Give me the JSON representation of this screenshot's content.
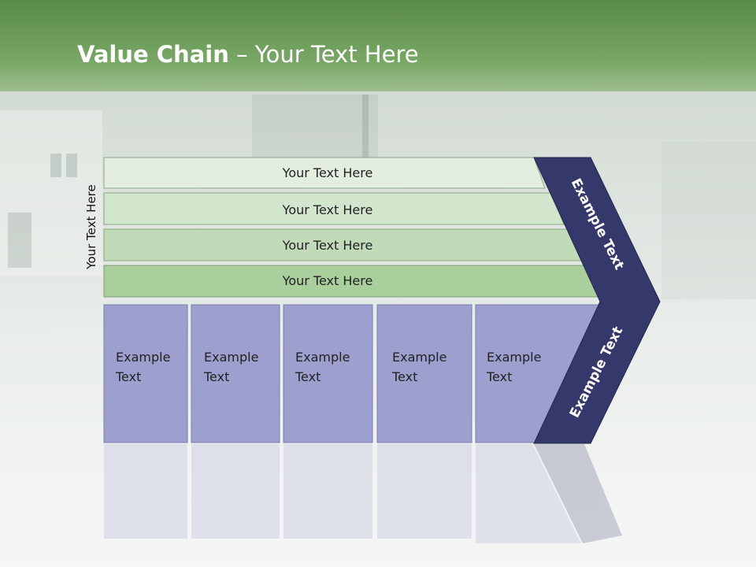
{
  "slide": {
    "title_bold": "Value Chain",
    "title_rest": " – Your Text Here",
    "side_label": "Your Text Here",
    "support_rows": [
      {
        "label": "Your Text Here",
        "color": "#e3eee0"
      },
      {
        "label": "Your Text Here",
        "color": "#d2e5cd"
      },
      {
        "label": "Your Text Here",
        "color": "#c1dbb9"
      },
      {
        "label": "Your Text Here",
        "color": "#a8cf9c"
      }
    ],
    "primary_boxes": [
      {
        "line1": "Example",
        "line2": "Text"
      },
      {
        "line1": "Example",
        "line2": "Text"
      },
      {
        "line1": "Example",
        "line2": "Text"
      },
      {
        "line1": "Example",
        "line2": "Text"
      },
      {
        "line1": "Example",
        "line2": "Text"
      }
    ],
    "arrow_upper_label": "Example Text",
    "arrow_lower_label": "Example Text"
  },
  "colors": {
    "header_green": "#6e9f5c",
    "box_fill": "#9d9fcf",
    "arrow_fill": "#35386a",
    "text_dark": "#222222"
  }
}
